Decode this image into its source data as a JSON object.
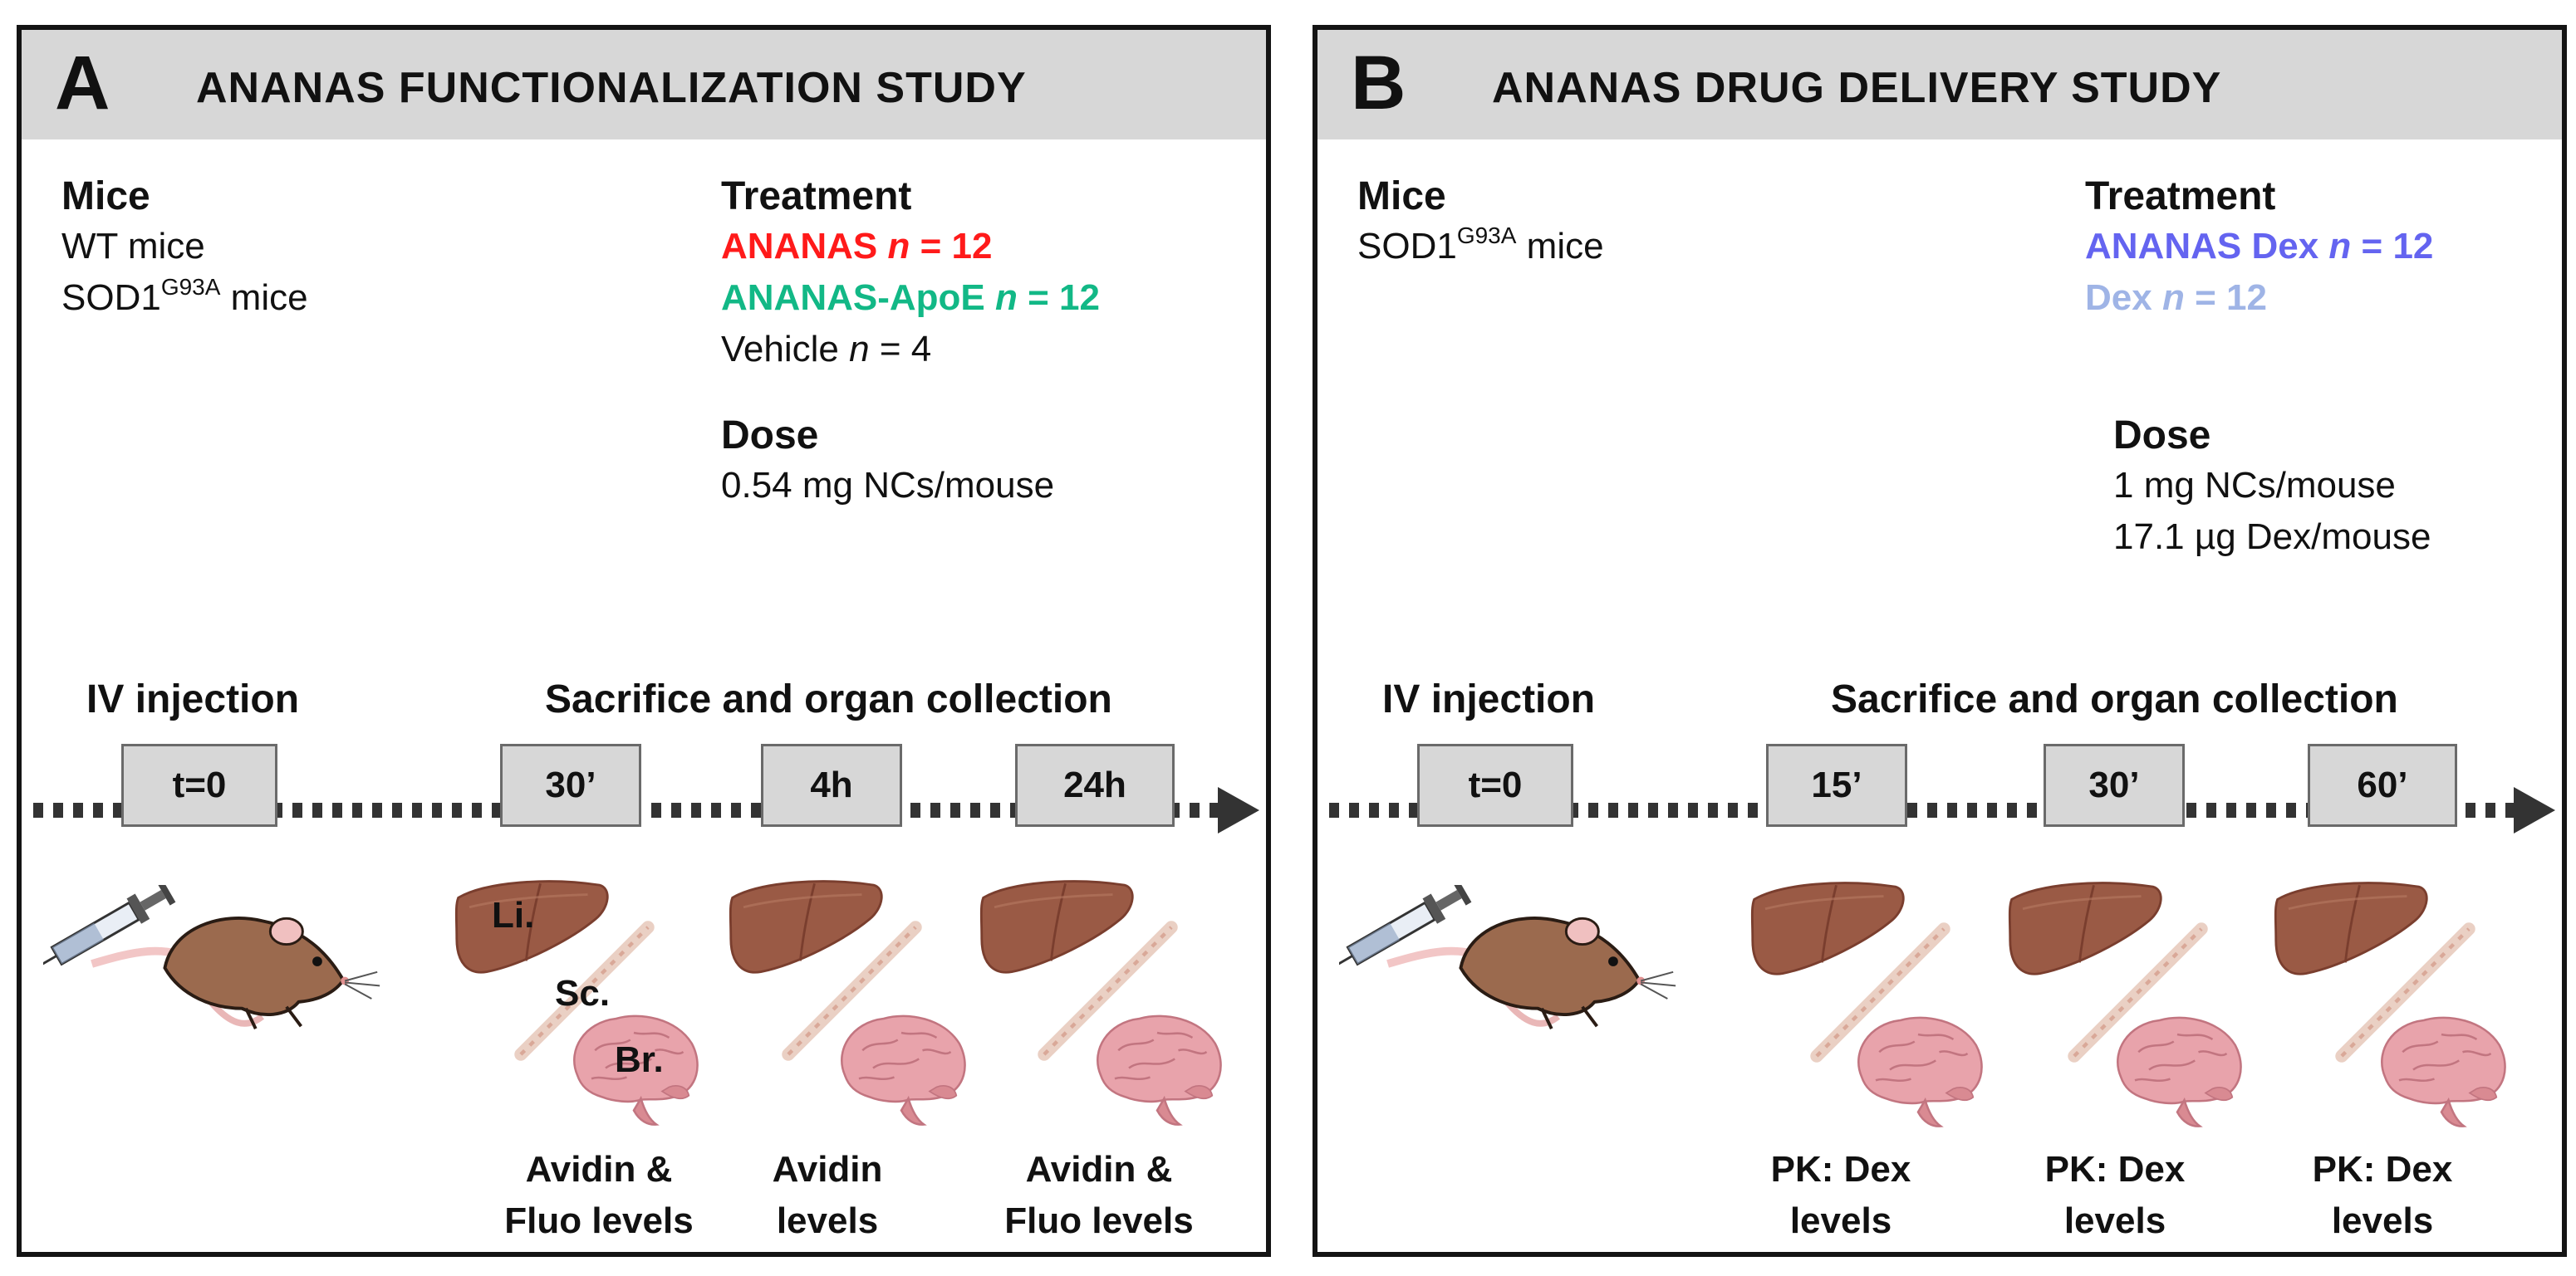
{
  "panel_a": {
    "letter": "A",
    "title": "ANANAS FUNCTIONALIZATION STUDY",
    "mice_heading": "Mice",
    "mice": [
      {
        "text": "WT mice",
        "sup": ""
      },
      {
        "text": "SOD1",
        "sup": "G93A",
        "suffix": " mice"
      }
    ],
    "treatment_heading": "Treatment",
    "treatments": [
      {
        "name": "ANANAS",
        "n": "12",
        "color": "#ff1a1a",
        "bold": true
      },
      {
        "name": "ANANAS-ApoE",
        "n": "12",
        "color": "#12b886",
        "bold": true
      },
      {
        "name": "Vehicle",
        "n": "4",
        "color": "#111111",
        "bold": false
      }
    ],
    "dose_heading": "Dose",
    "dose_lines": [
      "0.54 mg NCs/mouse"
    ],
    "injection_label": "IV injection",
    "sacrifice_label": "Sacrifice and organ collection",
    "timepoints": [
      "t=0",
      "30’",
      "4h",
      "24h"
    ],
    "organ_labels": [
      "Li.",
      "Sc.",
      "Br."
    ],
    "readouts": [
      [
        "Avidin &",
        "Fluo levels"
      ],
      [
        "Avidin",
        "levels"
      ],
      [
        "Avidin &",
        "Fluo levels"
      ]
    ]
  },
  "panel_b": {
    "letter": "B",
    "title": "ANANAS DRUG DELIVERY STUDY",
    "mice_heading": "Mice",
    "mice": [
      {
        "text": "SOD1",
        "sup": "G93A",
        "suffix": " mice"
      }
    ],
    "treatment_heading": "Treatment",
    "treatments": [
      {
        "name": "ANANAS Dex",
        "n": "12",
        "color": "#6464f0",
        "bold": true
      },
      {
        "name": "Dex",
        "n": "12",
        "color": "#9fb4e6",
        "bold": true
      }
    ],
    "dose_heading": "Dose",
    "dose_lines": [
      "1 mg NCs/mouse",
      "17.1 µg Dex/mouse"
    ],
    "injection_label": "IV injection",
    "sacrifice_label": "Sacrifice and organ collection",
    "timepoints": [
      "t=0",
      "15’",
      "30’",
      "60’"
    ],
    "readouts": [
      [
        "PK: Dex",
        "levels"
      ],
      [
        "PK: Dex",
        "levels"
      ],
      [
        "PK: Dex",
        "levels"
      ]
    ]
  },
  "n_label": "n",
  "equals": " = ",
  "colors": {
    "header_bg": "#d7d7d7",
    "box_bg": "#d7d7d7",
    "border": "#141414",
    "liver": "#9a5a45",
    "brain": "#e6a0a8",
    "cord": "#f0c8b8",
    "mouse_body": "#9b6a4e"
  }
}
